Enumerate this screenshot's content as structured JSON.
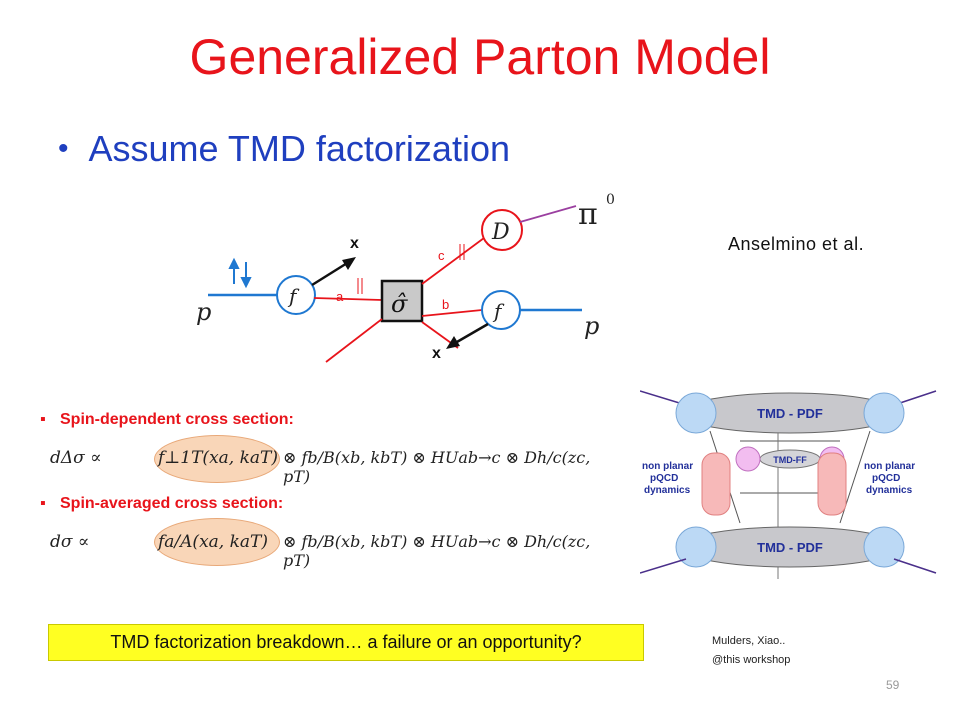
{
  "slide": {
    "title": "Generalized Parton Model",
    "bullet": "Assume TMD factorization",
    "citation_right": "Anselmino et al.",
    "banner": "TMD factorization breakdown… a failure or an opportunity?",
    "refs": [
      "Mulders, Xiao..",
      "@this workshop"
    ],
    "page_number": "59"
  },
  "diagram": {
    "pion": "π",
    "pion_sup": "0",
    "proton_in": "p",
    "proton_out": "p",
    "x_top": "x",
    "x_bottom": "x",
    "label_a": "a",
    "label_b": "b",
    "label_c": "c",
    "pdf_left": "f",
    "pdf_right": "f",
    "frag": "D",
    "hard": "σ̂",
    "colors": {
      "red": "#e8141b",
      "blue": "#1f78d1",
      "purple": "#9b3fa0"
    }
  },
  "formulas": {
    "head1": "Spin-dependent cross section:",
    "eq1_lhs": "dΔσ ∝",
    "eq1_term": "f⊥1T(xa, kaT)",
    "eq1_rest": "⊗ fb/B(xb, kbT) ⊗ HUab→c ⊗ Dh/c(zc, pT)",
    "head2": "Spin-averaged cross section:",
    "eq2_lhs": "dσ ∝",
    "eq2_term": "fa/A(xa, kaT)",
    "eq2_rest": "⊗ fb/B(xb, kbT) ⊗ HUab→c ⊗ Dh/c(zc, pT)"
  },
  "ladder": {
    "tmd_pdf_top": "TMD - PDF",
    "tmd_pdf_bottom": "TMD - PDF",
    "tmd_ff": "TMD-FF",
    "left_label": [
      "non planar",
      "pQCD",
      "dynamics"
    ],
    "right_label": [
      "non planar",
      "pQCD",
      "dynamics"
    ]
  }
}
